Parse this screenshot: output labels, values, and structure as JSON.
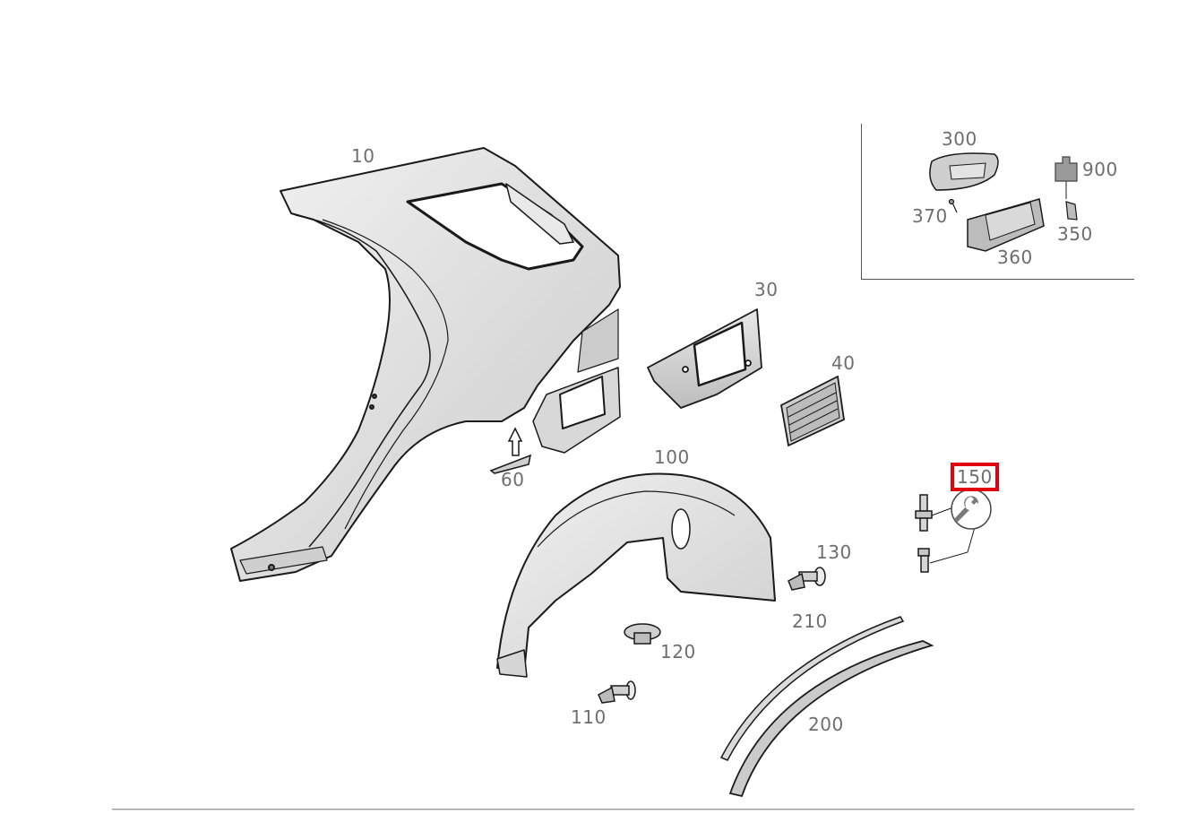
{
  "diagram": {
    "accent_color": "#e3000f",
    "selected_part": "150",
    "callouts": [
      {
        "id": "10",
        "label": "10"
      },
      {
        "id": "30",
        "label": "30"
      },
      {
        "id": "40",
        "label": "40"
      },
      {
        "id": "60",
        "label": "60"
      },
      {
        "id": "100",
        "label": "100"
      },
      {
        "id": "110",
        "label": "110"
      },
      {
        "id": "120",
        "label": "120"
      },
      {
        "id": "130",
        "label": "130"
      },
      {
        "id": "150",
        "label": "150"
      },
      {
        "id": "200",
        "label": "200"
      },
      {
        "id": "210",
        "label": "210"
      },
      {
        "id": "300",
        "label": "300"
      },
      {
        "id": "350",
        "label": "350"
      },
      {
        "id": "360",
        "label": "360"
      },
      {
        "id": "370",
        "label": "370"
      },
      {
        "id": "900",
        "label": "900"
      }
    ],
    "icons": {
      "assembly_kit": "wrench-icon",
      "sensor_symbol": "sensor-icon"
    }
  }
}
